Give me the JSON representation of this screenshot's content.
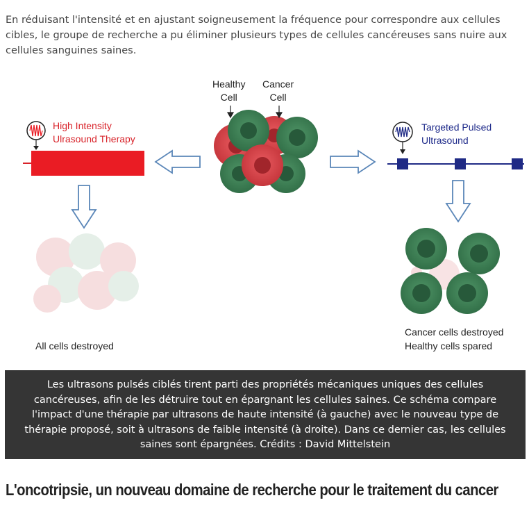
{
  "intro": "En réduisant l'intensité et en ajustant soigneusement la fréquence pour correspondre aux cellules cibles, le groupe de recherche a pu éliminer plusieurs types de cellules cancéreuses sans nuire aux cellules sanguines saines.",
  "figure": {
    "healthy_cell_label": "Healthy\nCell",
    "cancer_cell_label": "Cancer\nCell",
    "hifu_label": "High Intensity\nUlrasound Therapy",
    "targeted_label": "Targeted  Pulsed\nUltrasound",
    "all_destroyed": "All cells destroyed",
    "cancer_destroyed": "Cancer cells destroyed",
    "healthy_spared": "Healthy cells spared",
    "colors": {
      "healthy": "#3f7f54",
      "cancer": "#d9454b",
      "hifu_bar": "#ea1c24",
      "pulse_blue": "#1f2a85"
    }
  },
  "caption": "Les ultrasons pulsés ciblés tirent parti des propriétés mécaniques uniques des cellules cancéreuses, afin de les détruire tout en épargnant les cellules saines. Ce schéma compare l'impact d'une thérapie par ultrasons de haute intensité (à gauche) avec le nouveau type de thérapie proposé, soit à ultrasons de faible intensité (à droite). Dans ce dernier cas, les cellules saines sont épargnées. Crédits : David Mittelstein",
  "heading": "L'oncotripsie, un nouveau domaine de recherche pour le traitement du cancer"
}
